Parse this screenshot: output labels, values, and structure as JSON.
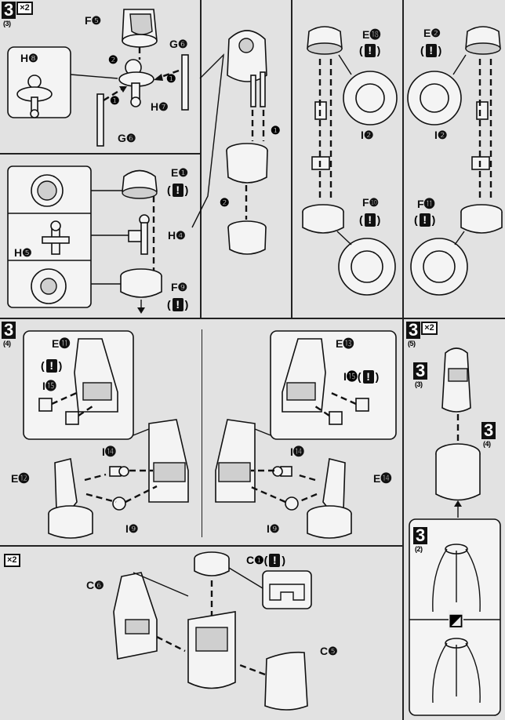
{
  "steps": {
    "top_left": {
      "number": "3",
      "sub": "(3)",
      "multiplier": "×2"
    },
    "mid_left": {
      "number": "3",
      "sub": "(4)"
    },
    "mid_right": {
      "number": "3",
      "sub": "(5)",
      "multiplier": "×2"
    },
    "bottom_left": {
      "multiplier": "×2"
    },
    "ref_3_3": {
      "number": "3",
      "sub": "(3)"
    },
    "ref_3_4": {
      "number": "3",
      "sub": "(4)"
    },
    "ref_3_2": {
      "number": "3",
      "sub": "(2)"
    }
  },
  "labels": {
    "f5": "F❺",
    "h8": "H❽",
    "g6a": "G❻",
    "h7": "H❼",
    "g6b": "G❻",
    "e1": "E❶",
    "h4": "H❹",
    "h5": "H❺",
    "f9": "F❾",
    "e18": "E⓲",
    "i2a": "I❷",
    "f10": "F❿",
    "e2": "E❷",
    "i2b": "I❷",
    "f11": "F⓫",
    "e11": "E⓫",
    "i15a": "I⓯",
    "i14a": "I⓮",
    "e12": "E⓬",
    "i9a": "I❾",
    "e13": "E⓭",
    "i15b": "I⓯",
    "i14b": "I⓮",
    "e14": "E⓮",
    "i9b": "I❾",
    "c1": "C❶",
    "c6": "C❻",
    "c5": "C❺"
  },
  "warning_symbol": "!",
  "paren_open": "(",
  "paren_close": ")",
  "order_marks": [
    "❶",
    "❷"
  ],
  "mirror_symbol": "◩"
}
